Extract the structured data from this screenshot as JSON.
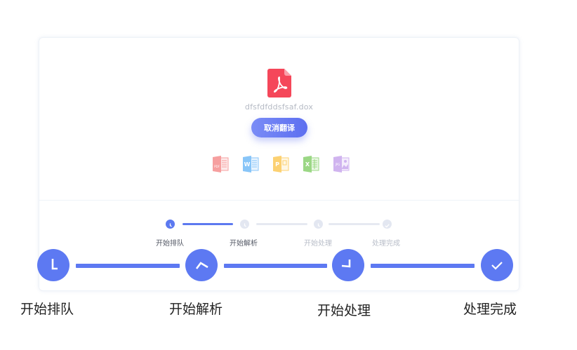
{
  "card": {
    "file_name": "dfsfdfddsfsaf.dox",
    "file_icon": "pdf-acrobat-icon",
    "cancel_button": "取消翻译",
    "formats": [
      {
        "name": "pdf",
        "icon": "pdf-file-icon",
        "color": "#f26c6c",
        "letter": "PDF"
      },
      {
        "name": "word",
        "icon": "word-file-icon",
        "color": "#4aa7f5",
        "letter": "W"
      },
      {
        "name": "powerpoint",
        "icon": "ppt-file-icon",
        "color": "#fbb928",
        "letter": "P"
      },
      {
        "name": "excel",
        "icon": "excel-file-icon",
        "color": "#66c344",
        "letter": "X"
      },
      {
        "name": "jpg",
        "icon": "jpg-file-icon",
        "color": "#b88de8",
        "letter": "JPG"
      }
    ],
    "mini_steps": [
      {
        "label": "开始排队",
        "state": "active"
      },
      {
        "label": "开始解析",
        "state": "current"
      },
      {
        "label": "开始处理",
        "state": "inactive"
      },
      {
        "label": "处理完成",
        "state": "inactive"
      }
    ]
  },
  "steps": [
    {
      "label": "开始排队",
      "icon": "clock-icon"
    },
    {
      "label": "开始解析",
      "icon": "parse-chevron-icon"
    },
    {
      "label": "开始处理",
      "icon": "processing-clock-icon"
    },
    {
      "label": "处理完成",
      "icon": "checkmark-icon"
    }
  ],
  "colors": {
    "accent": "#5d79f2",
    "inactive": "#e3e7f1",
    "pdf_red": "#f5475a"
  }
}
